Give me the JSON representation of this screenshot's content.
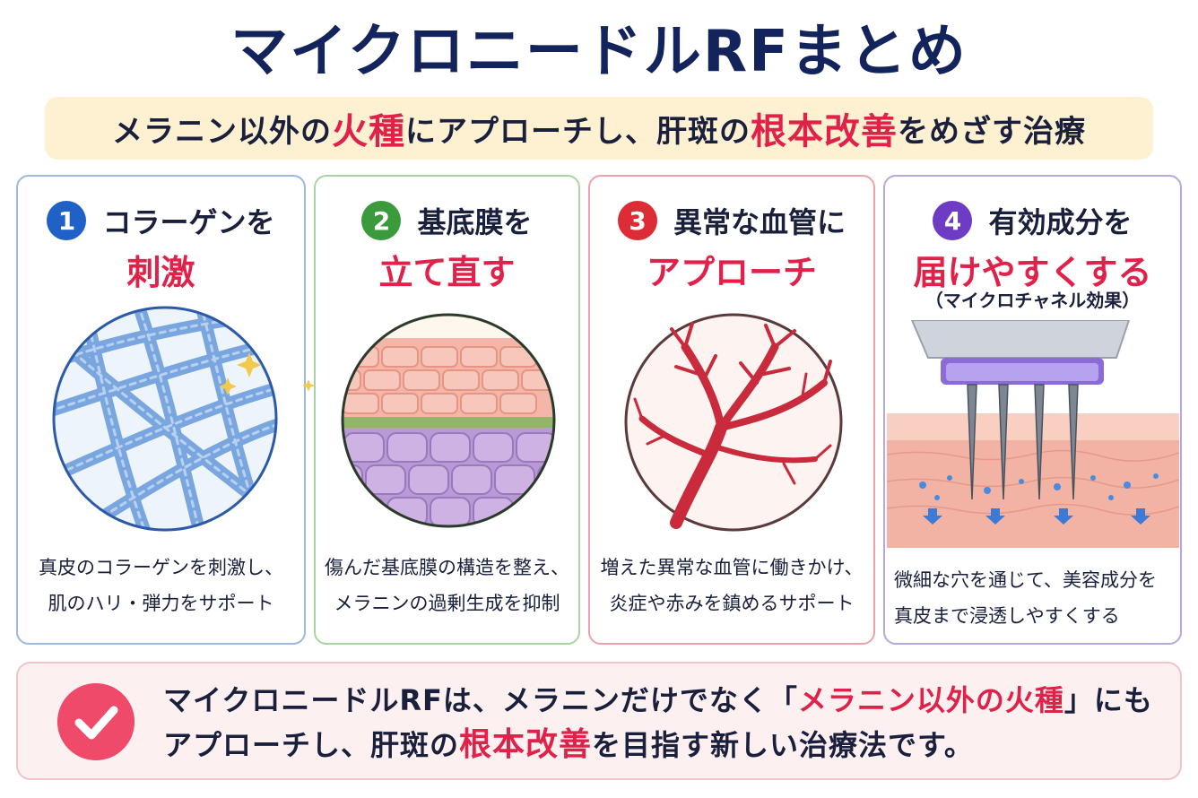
{
  "title": "マイクロニードルRFまとめ",
  "subtitle": {
    "part1": "メラニン以外の",
    "hl1": "火種",
    "part2": "にアプローチし、肝斑の",
    "hl2": "根本改善",
    "part3": "をめざす治療"
  },
  "cards": [
    {
      "number": "1",
      "heading": "コラーゲンを",
      "highlight": "刺激",
      "desc_line1": "真皮のコラーゲンを刺激し、",
      "desc_line2": "肌のハリ・弾力をサポート",
      "icon": "collagen-fibers-illustration",
      "color": "#1f61c6"
    },
    {
      "number": "2",
      "heading": "基底膜を",
      "highlight": "立て直す",
      "desc_line1": "傷んだ基底膜の構造を整え、",
      "desc_line2": "メラニンの過剰生成を抑制",
      "icon": "basement-membrane-illustration",
      "color": "#3a9a3c"
    },
    {
      "number": "3",
      "heading": "異常な血管に",
      "highlight": "アプローチ",
      "desc_line1": "増えた異常な血管に働きかけ、",
      "desc_line2": "炎症や赤みを鎮めるサポート",
      "icon": "blood-vessel-illustration",
      "color": "#de2c36"
    },
    {
      "number": "4",
      "heading": "有効成分を",
      "highlight": "届けやすくする",
      "note": "（マイクロチャネル効果）",
      "desc_line1": "微細な穴を通じて、美容成分を",
      "desc_line2": "真皮まで浸透しやすくする",
      "icon": "microneedle-device-illustration",
      "color": "#6e3bc4"
    }
  ],
  "summary": {
    "line1_a": "マイクロニードルRFは、メラニンだけでなく「",
    "line1_hl": "メラニン以外の火種",
    "line1_b": "」にも",
    "line2_a": "アプローチし、肝斑の",
    "line2_hl": "根本改善",
    "line2_b": "を目指す新しい治療法です。",
    "icon": "check-icon"
  }
}
